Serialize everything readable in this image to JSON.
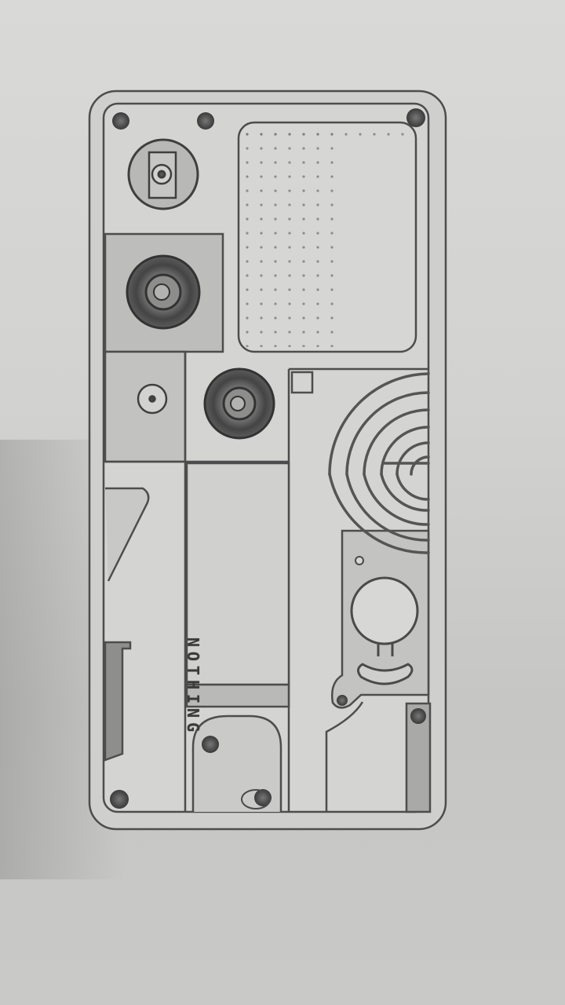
{
  "scene": {
    "description": "Pencil sketch on paper of a phone back design with cameras, speaker grill, fingerprint arcs and modules",
    "paper_color": "#d6d6d4",
    "pencil_color": "#4a4a4a"
  },
  "phone": {
    "brand_text": "NOTHING",
    "brand_orientation": "rotated 90deg vertical",
    "modules": [
      "camera-top",
      "camera-main",
      "flash",
      "camera-secondary",
      "dotted-grill-panel",
      "fingerprint-arcs",
      "round-sensor",
      "pill-module",
      "screws"
    ]
  }
}
